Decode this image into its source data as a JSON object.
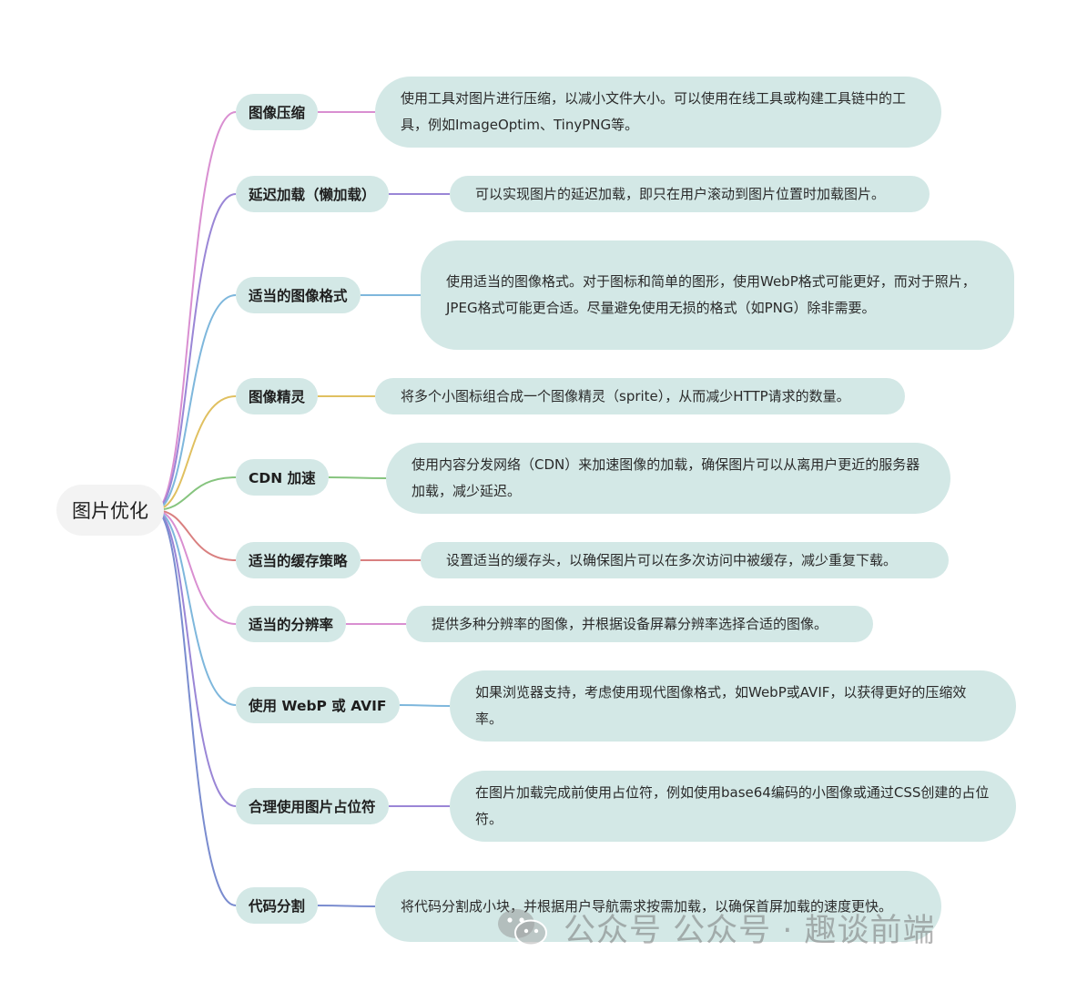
{
  "root": {
    "label": "图片优化"
  },
  "branches": [
    {
      "label": "图像压缩",
      "color": "#d98fd1",
      "description": "使用工具对图片进行压缩，以减小文件大小。可以使用在线工具或构建工具链中的工具，例如ImageOptim、TinyPNG等。"
    },
    {
      "label": "延迟加载（懒加载）",
      "color": "#9a86d6",
      "description": "可以实现图片的延迟加载，即只在用户滚动到图片位置时加载图片。"
    },
    {
      "label": "适当的图像格式",
      "color": "#7eb7dc",
      "description": "使用适当的图像格式。对于图标和简单的图形，使用WebP格式可能更好，而对于照片，JPEG格式可能更合适。尽量避免使用无损的格式（如PNG）除非需要。"
    },
    {
      "label": "图像精灵",
      "color": "#e0c060",
      "description": "将多个小图标组合成一个图像精灵（sprite），从而减少HTTP请求的数量。"
    },
    {
      "label": "CDN 加速",
      "color": "#86c47e",
      "description": "使用内容分发网络（CDN）来加速图像的加载，确保图片可以从离用户更近的服务器加载，减少延迟。"
    },
    {
      "label": "适当的缓存策略",
      "color": "#d98080",
      "description": "设置适当的缓存头，以确保图片可以在多次访问中被缓存，减少重复下载。"
    },
    {
      "label": "适当的分辨率",
      "color": "#d98fd1",
      "description": "提供多种分辨率的图像，并根据设备屏幕分辨率选择合适的图像。"
    },
    {
      "label": "使用 WebP 或 AVIF",
      "color": "#7eb7dc",
      "description": "如果浏览器支持，考虑使用现代图像格式，如WebP或AVIF，以获得更好的压缩效率。"
    },
    {
      "label": "合理使用图片占位符",
      "color": "#9a86d6",
      "description": "在图片加载完成前使用占位符，例如使用base64编码的小图像或通过CSS创建的占位符。"
    },
    {
      "label": "代码分割",
      "color": "#7a8ccf",
      "description": "将代码分割成小块，并根据用户导航需求按需加载，以确保首屏加载的速度更快。"
    }
  ],
  "watermark": {
    "text": "公众号 公众号 · 趣谈前端",
    "icon": "wechat-icon"
  }
}
